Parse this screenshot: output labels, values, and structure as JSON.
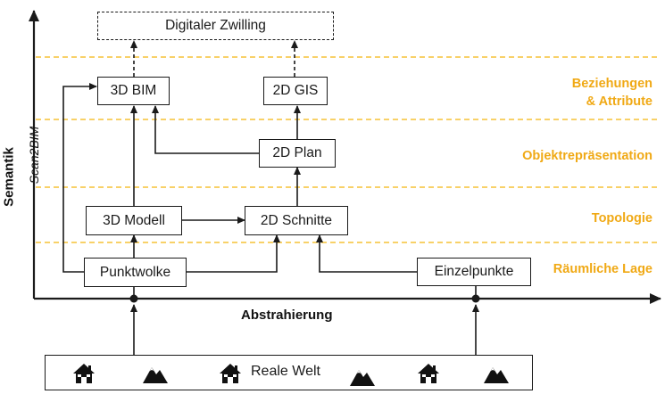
{
  "axes": {
    "x_label": "Abstrahierung",
    "y_label": "Semantik"
  },
  "levels": [
    {
      "id": "beziehungen",
      "label": "Beziehungen\n& Attribute"
    },
    {
      "id": "objekt",
      "label": "Objektrepräsentation"
    },
    {
      "id": "topologie",
      "label": "Topologie"
    },
    {
      "id": "raeumlich",
      "label": "Räumliche Lage"
    }
  ],
  "nodes": {
    "digitaler_zwilling": "Digitaler Zwilling",
    "bim_3d": "3D BIM",
    "gis_2d": "2D GIS",
    "plan_2d": "2D Plan",
    "modell_3d": "3D Modell",
    "schnitte_2d": "2D Schnitte",
    "punktwolke": "Punktwolke",
    "einzelpunkte": "Einzelpunkte"
  },
  "edge_labels": {
    "scan2bim": "Scan2BIM"
  },
  "real_world": {
    "label": "Reale Welt",
    "icons": [
      "house-icon",
      "mountain-icon",
      "house-icon",
      "mountain-icon",
      "house-icon",
      "mountain-icon"
    ]
  },
  "colors": {
    "level_lines": "#f5c236",
    "level_text": "#f0a915",
    "ink": "#1a1a1a"
  }
}
